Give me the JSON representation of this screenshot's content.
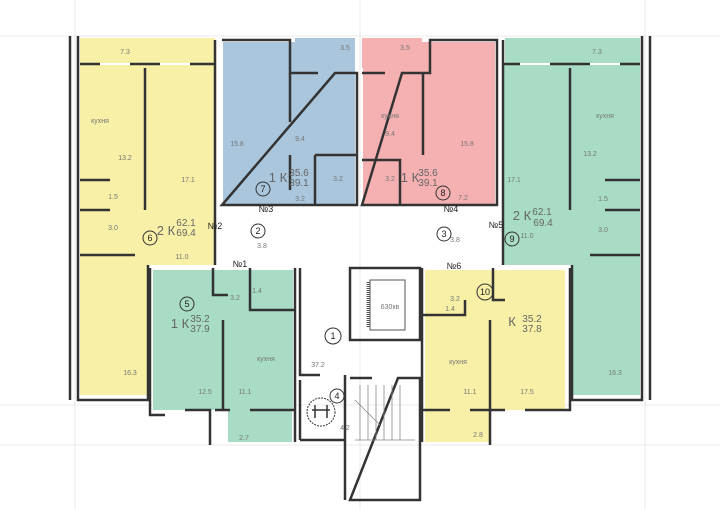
{
  "colors": {
    "yellow": "#f7f0a6",
    "blue": "#a9c6dc",
    "pink": "#f5b1b1",
    "green": "#a8dcc4",
    "wall": "#333333"
  },
  "apartments": [
    {
      "id": "6",
      "type": "2 К",
      "area_living": "62.1",
      "area_total": "69.4",
      "rooms": {
        "balcony": "7.3",
        "kitchen_label": "кухня",
        "kitchen": "13.2",
        "living": "17.1",
        "wc": "1.5",
        "bath": "3.0",
        "hall": "11.0",
        "bedroom": "16.3"
      }
    },
    {
      "id": "7",
      "type": "1 К",
      "area_living": "35.6",
      "area_total": "39.1",
      "rooms": {
        "balcony": "3.5",
        "living": "15.8",
        "kitchen": "9.4",
        "hall": "3.2",
        "bath": "3.2"
      }
    },
    {
      "id": "8",
      "type": "1 К",
      "area_living": "35.6",
      "area_total": "39.1",
      "rooms": {
        "balcony": "3.5",
        "kitchen_label": "кухня",
        "kitchen": "9.4",
        "living": "15.8",
        "bath": "3.2",
        "hall": "7.2"
      }
    },
    {
      "id": "9",
      "type": "2 К",
      "area_living": "62.1",
      "area_total": "69.4",
      "rooms": {
        "balcony": "7.3",
        "kitchen_label": "кухня",
        "kitchen": "13.2",
        "living": "17.1",
        "wc": "1.5",
        "bath": "3.0",
        "hall": "11.0",
        "bedroom": "16.3"
      }
    },
    {
      "id": "5",
      "type": "1 К",
      "area_living": "35.2",
      "area_total": "37.9",
      "rooms": {
        "hall": "3.2",
        "bath": "1.4",
        "kitchen_label": "кухня",
        "living": "12.5",
        "kitchen": "11.1",
        "balcony": "2.7"
      }
    },
    {
      "id": "10",
      "type": "К",
      "area_living": "35.2",
      "area_total": "37.8",
      "rooms": {
        "hall": "3.2",
        "bath": "1.4",
        "kitchen_label": "кухня",
        "kitchen": "11.1",
        "living": "17.5",
        "balcony": "2.8"
      }
    }
  ],
  "common": {
    "corridor": {
      "id": "1",
      "area": "37.2"
    },
    "vestibule_left": {
      "id": "2",
      "area": "3.8"
    },
    "vestibule_right": {
      "id": "3",
      "area": "3.8"
    },
    "stair_landing": {
      "id": "4",
      "area": "4.2"
    },
    "elevator_label": "630кв",
    "doors": [
      "№1",
      "№2",
      "№3",
      "№4",
      "№5",
      "№6"
    ]
  }
}
